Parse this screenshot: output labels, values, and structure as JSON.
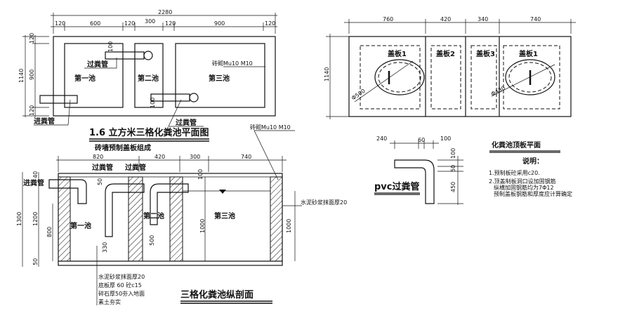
{
  "plan": {
    "overall_width": "2280",
    "segments": [
      "120",
      "600",
      "120",
      "300",
      "120",
      "900",
      "120"
    ],
    "left_dims": {
      "total": "1140",
      "middle": "900",
      "top": "120",
      "bottom": "120"
    },
    "pipe_dims": [
      "100",
      "100"
    ],
    "rooms": [
      "第一池",
      "第二池",
      "第三池"
    ],
    "wall_note": "砖砌Mu10 M10",
    "transfer_pipe": "过粪管",
    "inlet_pipe": "进粪管",
    "transfer_pipe_2": "过粪管",
    "title": "1.6 立方米三格化粪池平面图",
    "subtitle": "砖墙预制盖板组成"
  },
  "section": {
    "wall_note": "砖砌Mu10 M10",
    "top_dims": [
      "820",
      "420",
      "300",
      "740"
    ],
    "transfer_pipes": [
      "过粪管",
      "过粪管"
    ],
    "inlet_pipe": "进粪管",
    "rooms": [
      "第一池",
      "第二池",
      "第三池"
    ],
    "plaster_note": "水泥砂浆抹面厚20",
    "left_dims": {
      "total": "1300",
      "inner": "1200",
      "pipe": "800",
      "base": "50",
      "top": "40"
    },
    "inner_dims": [
      "50",
      "100",
      "330",
      "500",
      "1000",
      "1000"
    ],
    "layers": [
      "水泥砂浆抹面厚20",
      "底板厚 60   砼c15",
      "碎石厚50夯入地面",
      "素土夯实"
    ],
    "title": "三格化粪池纵剖面"
  },
  "cover": {
    "top_dims": [
      "760",
      "420",
      "340",
      "740"
    ],
    "left_dim": "1140",
    "slabs": [
      "盖板1",
      "盖板2",
      "盖板3",
      "盖板1"
    ],
    "diameters": [
      "Φ500",
      "Φ430"
    ],
    "title": "化粪池顶板平面"
  },
  "pvc": {
    "dims_top": [
      "240",
      "60",
      "100"
    ],
    "dims_right": [
      "100",
      "50",
      "450"
    ],
    "label": "pvc过粪管"
  },
  "notes": {
    "heading": "说明：",
    "items": [
      "1.预制板砼采用c20.",
      "2.顶盖制板洞口设加固钢筋",
      "纵横加固钢筋均为7Φ12",
      "预制盖板钢筋和厚度应计算确定"
    ]
  }
}
